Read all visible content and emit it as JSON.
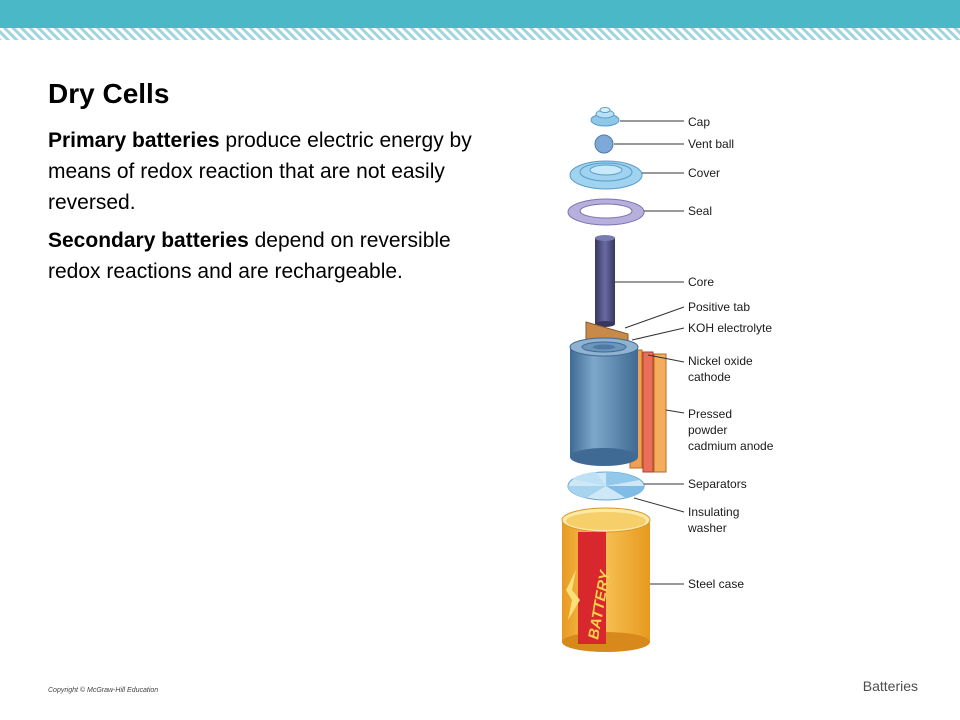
{
  "slide": {
    "title": "Dry Cells",
    "paragraph1": {
      "bold": "Primary batteries",
      "rest": " produce electric energy by means of redox reaction that are not easily reversed."
    },
    "paragraph2": {
      "bold": "Secondary batteries",
      "rest": " depend on reversible redox reactions and are rechargeable."
    },
    "copyright": "Copyright © McGraw-Hill Education",
    "footer": "Batteries"
  },
  "diagram": {
    "case_text": "BATTERY",
    "labels": {
      "cap": "Cap",
      "vent_ball": "Vent ball",
      "cover": "Cover",
      "seal": "Seal",
      "core": "Core",
      "positive_tab": "Positive tab",
      "koh": "KOH electrolyte",
      "nickel_1": "Nickel oxide",
      "nickel_2": "cathode",
      "pressed_1": "Pressed",
      "pressed_2": "powder",
      "pressed_3": "cadmium anode",
      "separators": "Separators",
      "washer_1": "Insulating",
      "washer_2": "washer",
      "steel": "Steel case"
    }
  },
  "colors": {
    "header_band": "#4ab8c6",
    "stripe": "#9fd6de",
    "case_yellow": "#f2b233",
    "case_red": "#d8282e",
    "roll_blue": "#5a86ad",
    "core_purple": "#4a4a7e"
  }
}
